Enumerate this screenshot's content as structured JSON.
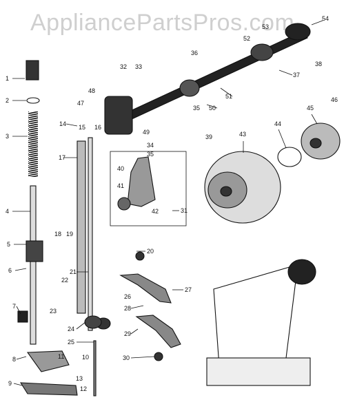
{
  "watermark": "AppliancePartsPros.com",
  "callouts": [
    "1",
    "2",
    "3",
    "4",
    "5",
    "6",
    "7",
    "8",
    "9",
    "10",
    "11",
    "12",
    "13",
    "14",
    "15",
    "16",
    "17",
    "18",
    "19",
    "20",
    "21",
    "22",
    "23",
    "24",
    "25",
    "26",
    "27",
    "28",
    "29",
    "30",
    "31",
    "32",
    "33",
    "34",
    "35",
    "35",
    "36",
    "37",
    "38",
    "39",
    "40",
    "41",
    "42",
    "43",
    "44",
    "45",
    "46",
    "47",
    "48",
    "49",
    "50",
    "51",
    "52",
    "53",
    "54"
  ],
  "colors": {
    "ink": "#111111",
    "paper": "#ffffff",
    "watermark": "#cfcfcf"
  }
}
